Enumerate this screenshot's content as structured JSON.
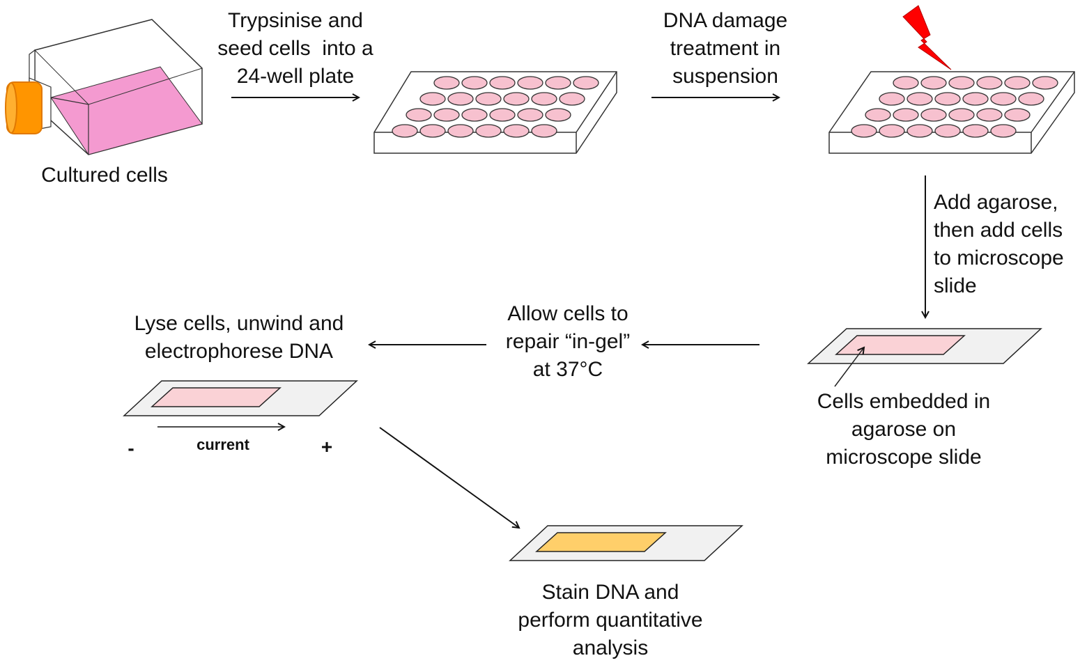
{
  "steps": {
    "cultured": {
      "label": "Cultured cells"
    },
    "seed": {
      "lines": [
        "Trypsinise and",
        "seed cells  into a",
        "24-well plate"
      ]
    },
    "damage": {
      "lines": [
        "DNA damage",
        "treatment in",
        "suspension"
      ]
    },
    "agarose": {
      "lines": [
        "Add agarose,",
        "then add cells",
        "to microscope",
        "slide"
      ]
    },
    "embedded": {
      "lines": [
        "Cells embedded in",
        "agarose on",
        "microscope slide"
      ]
    },
    "repair": {
      "lines": [
        "Allow cells to",
        "repair “in-gel”",
        "at 37°C"
      ]
    },
    "lyse": {
      "lines": [
        "Lyse cells, unwind and",
        "electrophorese DNA"
      ]
    },
    "stain": {
      "lines": [
        "Stain DNA and",
        "perform quantitative",
        "analysis"
      ]
    }
  },
  "electrophoresis": {
    "current_label": "current",
    "minus": "-",
    "plus": "+"
  },
  "colors": {
    "medium_pink": "#f49ad0",
    "flask_cap": "#ff9500",
    "well_pink": "#f7c1cf",
    "gel_pink": "#fad2d6",
    "stain_gold": "#ffcf6a",
    "slide_fill": "#f1f1f1",
    "lightning": "#ff0000",
    "arrow": "#111111"
  },
  "icons": [
    "culture-flask-icon",
    "well-plate-icon",
    "lightning-bolt-icon",
    "microscope-slide-icon"
  ]
}
